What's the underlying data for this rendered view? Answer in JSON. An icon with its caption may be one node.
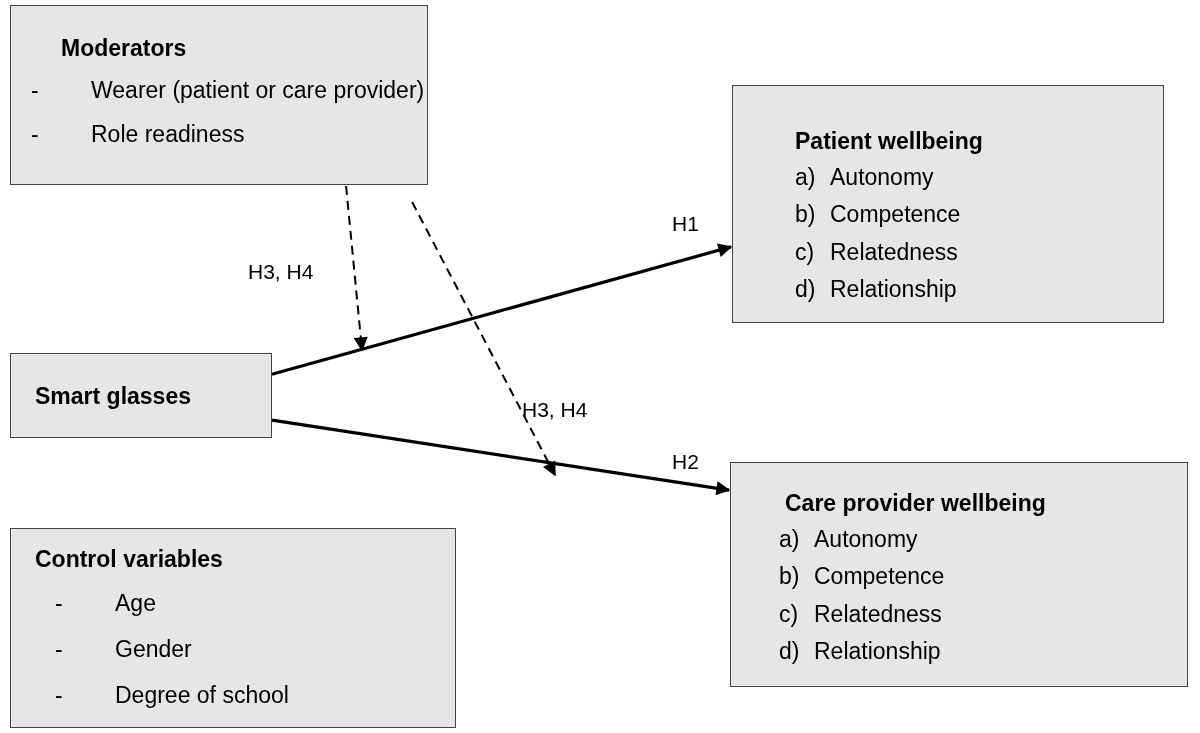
{
  "diagram": {
    "nodes": [
      {
        "text": [
          "Moderators",
          "- Wearer (patient or care provider)",
          "- Role readiness"
        ]
      },
      {
        "text": [
          "Patient wellbeing",
          "a) Autonomy",
          "b) Competence",
          "c) Relatedness",
          "d) Relationship"
        ]
      },
      {
        "text": [
          "Smart glasses"
        ]
      },
      {
        "text": [
          "Care provider wellbeing",
          "a) Autonomy",
          "b) Competence",
          "c) Relatedness",
          "d) Relationship"
        ]
      },
      {
        "text": [
          "Control variables",
          "- Age",
          "- Gender",
          "- Degree of school"
        ]
      }
    ],
    "edges": [
      {
        "from": 2,
        "to": 1,
        "arrow": "to",
        "label": "H1"
      },
      {
        "from": 2,
        "to": 3,
        "arrow": "to",
        "label": "H2"
      },
      {
        "from": 0,
        "to": null,
        "arrow": "to",
        "label": "H3, H4",
        "style": "dashed"
      },
      {
        "from": 0,
        "to": null,
        "arrow": "to",
        "label": "H3, H4",
        "style": "dashed"
      }
    ]
  }
}
